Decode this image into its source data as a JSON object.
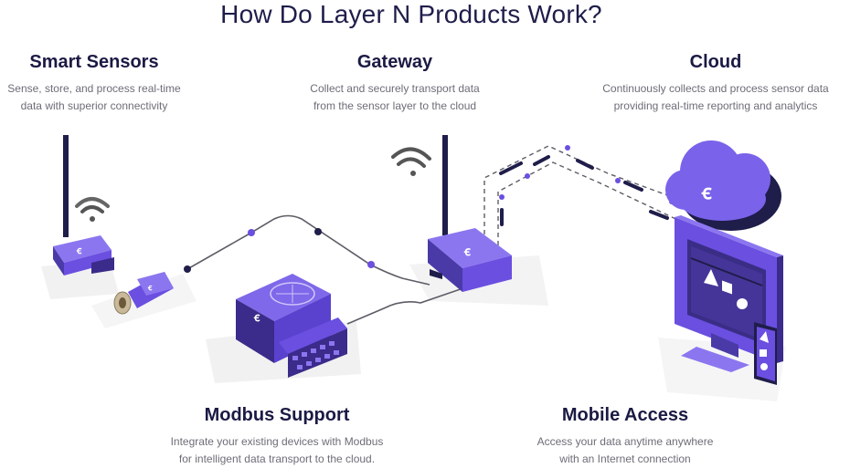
{
  "title": "How Do Layer N Products Work?",
  "sections": {
    "smart_sensors": {
      "heading": "Smart Sensors",
      "line1": "Sense, store, and process real-time",
      "line2": "data with superior connectivity"
    },
    "gateway": {
      "heading": "Gateway",
      "line1": "Collect and securely transport data",
      "line2": "from the sensor layer to the cloud"
    },
    "cloud": {
      "heading": "Cloud",
      "line1": "Continuously collects and process sensor data",
      "line2": "providing real-time reporting and analytics"
    },
    "modbus": {
      "heading": "Modbus Support",
      "line1": "Integrate your existing devices with Modbus",
      "line2": "for intelligent data transport to the cloud."
    },
    "mobile": {
      "heading": "Mobile Access",
      "line1": "Access your data anytime anywhere",
      "line2": "with an Internet connection"
    }
  },
  "colors": {
    "navy": "#1f1d4a",
    "purple": "#6b4fe0",
    "purple_light": "#8c76f0",
    "purple_dark": "#3b2b8a",
    "gray_text": "#6d6d78",
    "shadow": "#ececec"
  },
  "icons": [
    "wifi-icon",
    "layer-n-logo-icon",
    "cloud-icon",
    "triangle-icon",
    "square-icon",
    "circle-icon"
  ]
}
